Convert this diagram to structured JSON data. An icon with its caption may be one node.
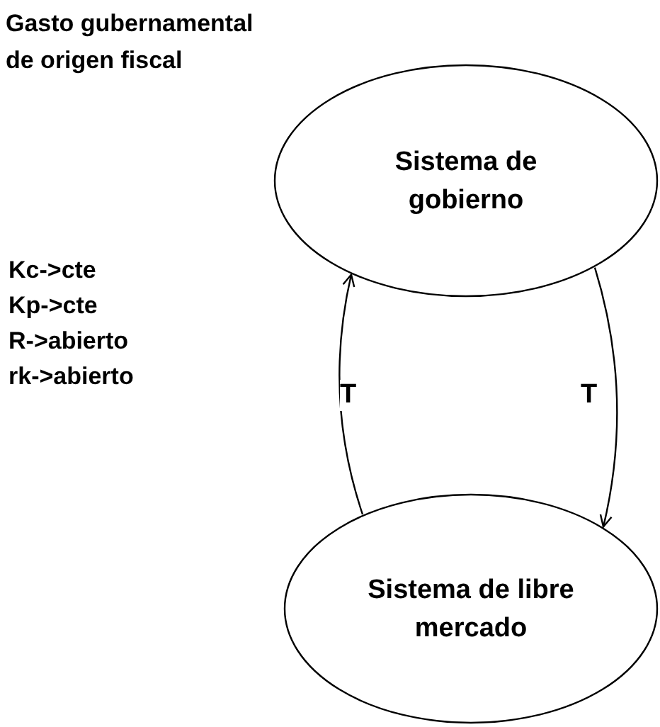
{
  "diagram": {
    "title": "Gasto gubernamental de origen fiscal",
    "nodes": [
      {
        "text": [
          "Sistema de gobierno"
        ]
      },
      {
        "text": [
          "Sistema de libre mercado"
        ]
      }
    ],
    "edges": [
      {
        "from": 1,
        "to": 0,
        "arrow": "to",
        "label": "T"
      },
      {
        "from": 0,
        "to": 1,
        "arrow": "to",
        "label": "T"
      }
    ],
    "labels": [
      "Kc->cte",
      "Kp->cte",
      "R->abierto",
      "rk->abierto"
    ]
  }
}
